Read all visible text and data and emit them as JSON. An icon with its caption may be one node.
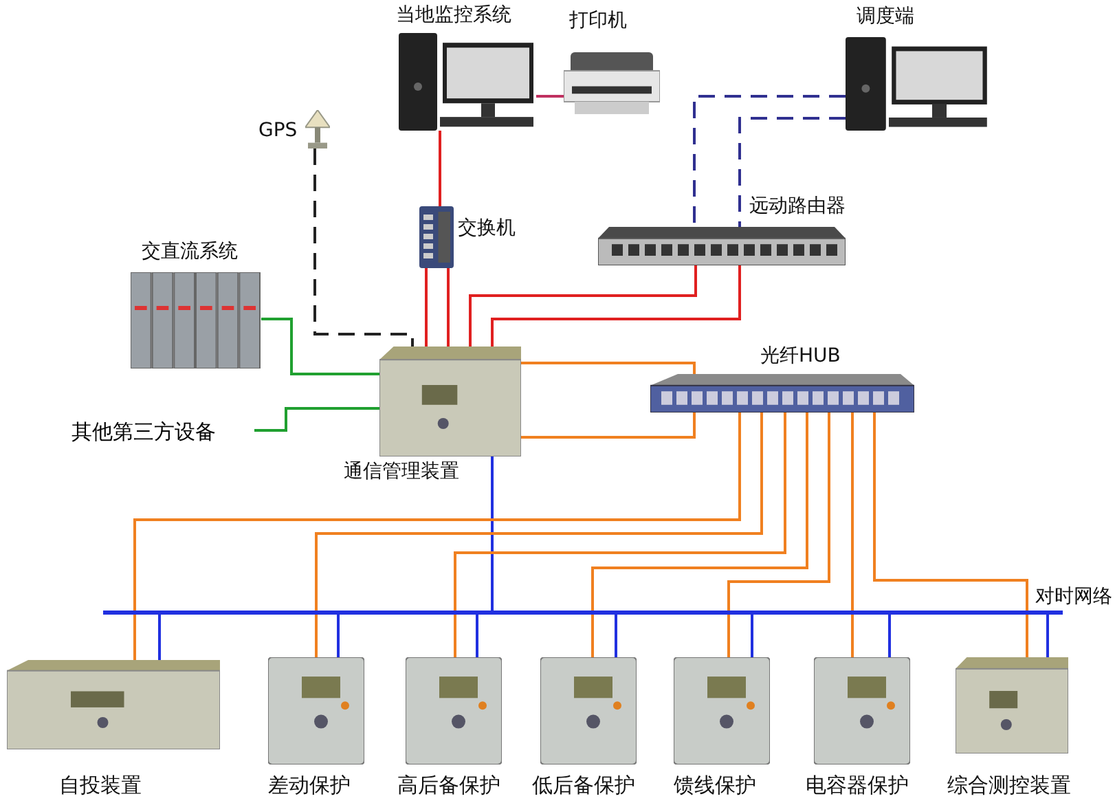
{
  "diagram": {
    "nodes": [
      {
        "text": [
          "当地监控系统"
        ]
      },
      {
        "text": [
          "打印机"
        ]
      },
      {
        "text": [
          "调度端"
        ]
      },
      {
        "text": [
          "GPS"
        ]
      },
      {
        "text": [
          "交换机"
        ]
      },
      {
        "text": [
          "远动路由器"
        ]
      },
      {
        "text": [
          "交直流系统"
        ]
      },
      {
        "text": [
          "其他第三方设备"
        ]
      },
      {
        "text": [
          "通信管理装置"
        ]
      },
      {
        "text": [
          "光纤HUB"
        ]
      },
      {
        "text": [
          "对时网络"
        ]
      },
      {
        "text": [
          "自投装置"
        ]
      },
      {
        "text": [
          "差动保护"
        ]
      },
      {
        "text": [
          "高后备保护"
        ]
      },
      {
        "text": [
          "低后备保护"
        ]
      },
      {
        "text": [
          "馈线保护"
        ]
      },
      {
        "text": [
          "电容器保护"
        ]
      },
      {
        "text": [
          "综合测控装置"
        ]
      }
    ],
    "edges": [
      {
        "from": 0,
        "to": 1,
        "arrow": "none",
        "color": "#c03060"
      },
      {
        "from": 0,
        "to": 4,
        "arrow": "none",
        "color": "#e02020"
      },
      {
        "from": 2,
        "to": 5,
        "arrow": "none",
        "style": "dashed",
        "color": "#303090"
      },
      {
        "from": 2,
        "to": 5,
        "arrow": "none",
        "style": "dashed",
        "color": "#303090"
      },
      {
        "from": 3,
        "to": 8,
        "arrow": "none",
        "style": "dashed",
        "color": "#222222"
      },
      {
        "from": 4,
        "to": 8,
        "arrow": "none",
        "color": "#e02020"
      },
      {
        "from": 4,
        "to": 8,
        "arrow": "none",
        "color": "#e02020"
      },
      {
        "from": 5,
        "to": 8,
        "arrow": "none",
        "color": "#e02020"
      },
      {
        "from": 5,
        "to": 8,
        "arrow": "none",
        "color": "#e02020"
      },
      {
        "from": 6,
        "to": 8,
        "arrow": "none",
        "color": "#20a030"
      },
      {
        "from": 7,
        "to": 8,
        "arrow": "none",
        "color": "#20a030"
      },
      {
        "from": 8,
        "to": 9,
        "arrow": "none"
      },
      {
        "from": 8,
        "to": 9,
        "arrow": "none"
      },
      {
        "from": 8,
        "to": 10,
        "arrow": "none",
        "color": "#2030e0"
      },
      {
        "from": 9,
        "to": 11,
        "arrow": "none"
      },
      {
        "from": 9,
        "to": 12,
        "arrow": "none"
      },
      {
        "from": 9,
        "to": 13,
        "arrow": "none"
      },
      {
        "from": 9,
        "to": 14,
        "arrow": "none"
      },
      {
        "from": 9,
        "to": 15,
        "arrow": "none"
      },
      {
        "from": 9,
        "to": 16,
        "arrow": "none"
      },
      {
        "from": 9,
        "to": 17,
        "arrow": "none"
      },
      {
        "from": 10,
        "to": 11,
        "arrow": "none",
        "color": "#2030e0"
      },
      {
        "from": 10,
        "to": 12,
        "arrow": "none",
        "color": "#2030e0"
      },
      {
        "from": 10,
        "to": 13,
        "arrow": "none",
        "color": "#2030e0"
      },
      {
        "from": 10,
        "to": 14,
        "arrow": "none",
        "color": "#2030e0"
      },
      {
        "from": 10,
        "to": 15,
        "arrow": "none",
        "color": "#2030e0"
      },
      {
        "from": 10,
        "to": 16,
        "arrow": "none",
        "color": "#2030e0"
      },
      {
        "from": 10,
        "to": 17,
        "arrow": "none",
        "color": "#2030e0"
      }
    ]
  }
}
